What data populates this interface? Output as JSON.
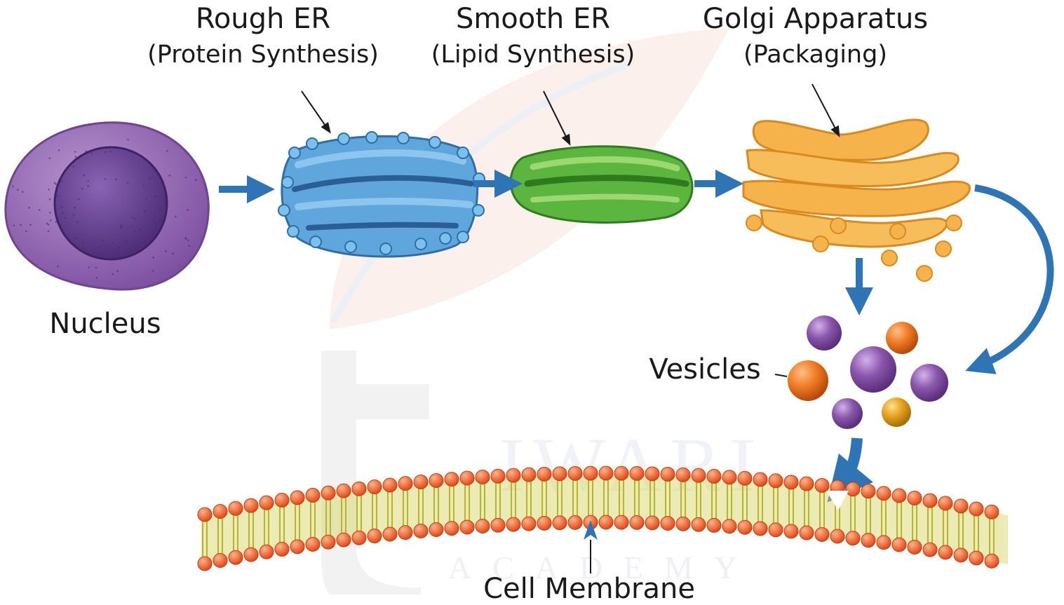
{
  "labels": {
    "rough_er": "Rough ER",
    "rough_er_role": "(Protein Synthesis)",
    "smooth_er": "Smooth ER",
    "smooth_er_role": "(Lipid Synthesis)",
    "golgi": "Golgi Apparatus",
    "golgi_role": "(Packaging)",
    "nucleus": "Nucleus",
    "vesicles": "Vesicles",
    "cell_membrane": "Cell Membrane"
  },
  "watermark": {
    "line1": "IWARI",
    "line2": "ACADEMY"
  },
  "colors": {
    "arrow": "#2f74b5",
    "nucleus": "#8e63ad",
    "nucleolus": "#5b3a8a",
    "rough_er": "#5fa6dc",
    "smooth_er": "#5cb53f",
    "golgi": "#f6b24b",
    "membrane_head": "#f0592b",
    "membrane_tail": "#c8c432",
    "vesicle_purple": "#8a56ac",
    "vesicle_orange": "#f07c25",
    "vesicle_gold": "#e6a320"
  }
}
